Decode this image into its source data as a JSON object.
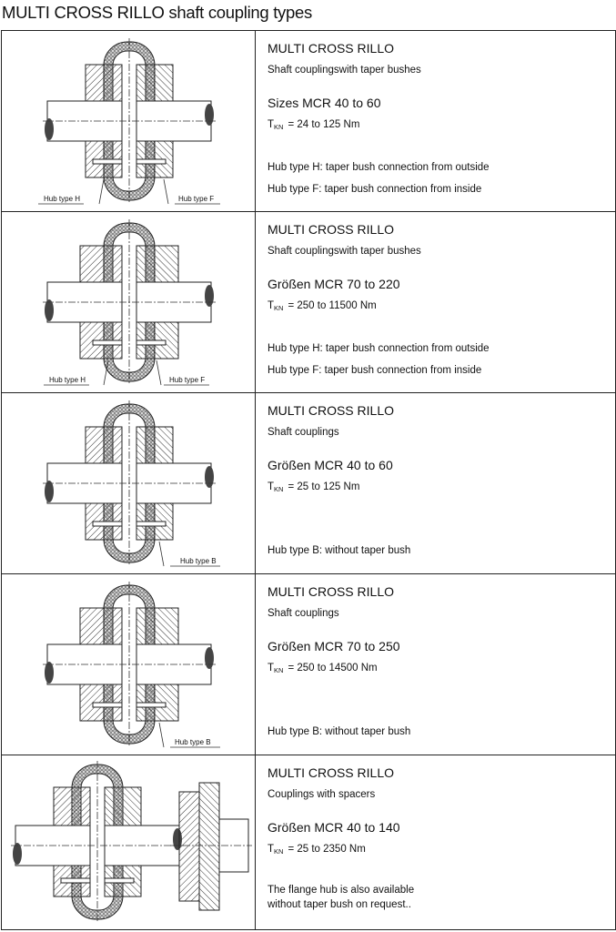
{
  "page_title": "MULTI CROSS RILLO shaft coupling types",
  "rows": [
    {
      "title": "MULTI CROSS RILLO",
      "subtitle": "Shaft couplingswith taper bushes",
      "sizes": "Sizes MCR 40 to 60",
      "tkn_symbol": "T",
      "tkn_sub": "KN",
      "tkn_value": "= 24 to 125 Nm",
      "notes": [
        "Hub type H: taper bush connection from outside",
        "Hub type F: taper bush connection from inside"
      ],
      "labels": [
        "Hub type H",
        "Hub type F"
      ]
    },
    {
      "title": "MULTI CROSS RILLO",
      "subtitle": "Shaft couplingswith taper bushes",
      "sizes": "Größen MCR 70 to 220",
      "tkn_symbol": "T",
      "tkn_sub": "KN",
      "tkn_value": "= 250 to 11500 Nm",
      "notes": [
        "Hub type H: taper bush connection from outside",
        "Hub type F: taper bush connection from inside"
      ],
      "labels": [
        "Hub type H",
        "Hub type F"
      ]
    },
    {
      "title": "MULTI CROSS RILLO",
      "subtitle": "Shaft couplings",
      "sizes": "Größen MCR 40 to 60",
      "tkn_symbol": "T",
      "tkn_sub": "KN",
      "tkn_value": "= 25 to 125 Nm",
      "notes": [
        "Hub type B: without taper bush"
      ],
      "labels": [
        "Hub type B"
      ]
    },
    {
      "title": "MULTI CROSS RILLO",
      "subtitle": "Shaft couplings",
      "sizes": "Größen MCR 70 to 250",
      "tkn_symbol": "T",
      "tkn_sub": "KN",
      "tkn_value": "= 250 to 14500 Nm",
      "notes": [
        "Hub type B: without taper bush"
      ],
      "labels": [
        "Hub type B"
      ]
    },
    {
      "title": "MULTI CROSS RILLO",
      "subtitle": "Couplings with spacers",
      "sizes": "Größen MCR 40 to 140",
      "tkn_symbol": "T",
      "tkn_sub": "KN",
      "tkn_value": "= 25 to 2350 Nm",
      "notes": [
        "The flange hub is also available",
        "without taper bush on request.."
      ],
      "labels": []
    }
  ]
}
